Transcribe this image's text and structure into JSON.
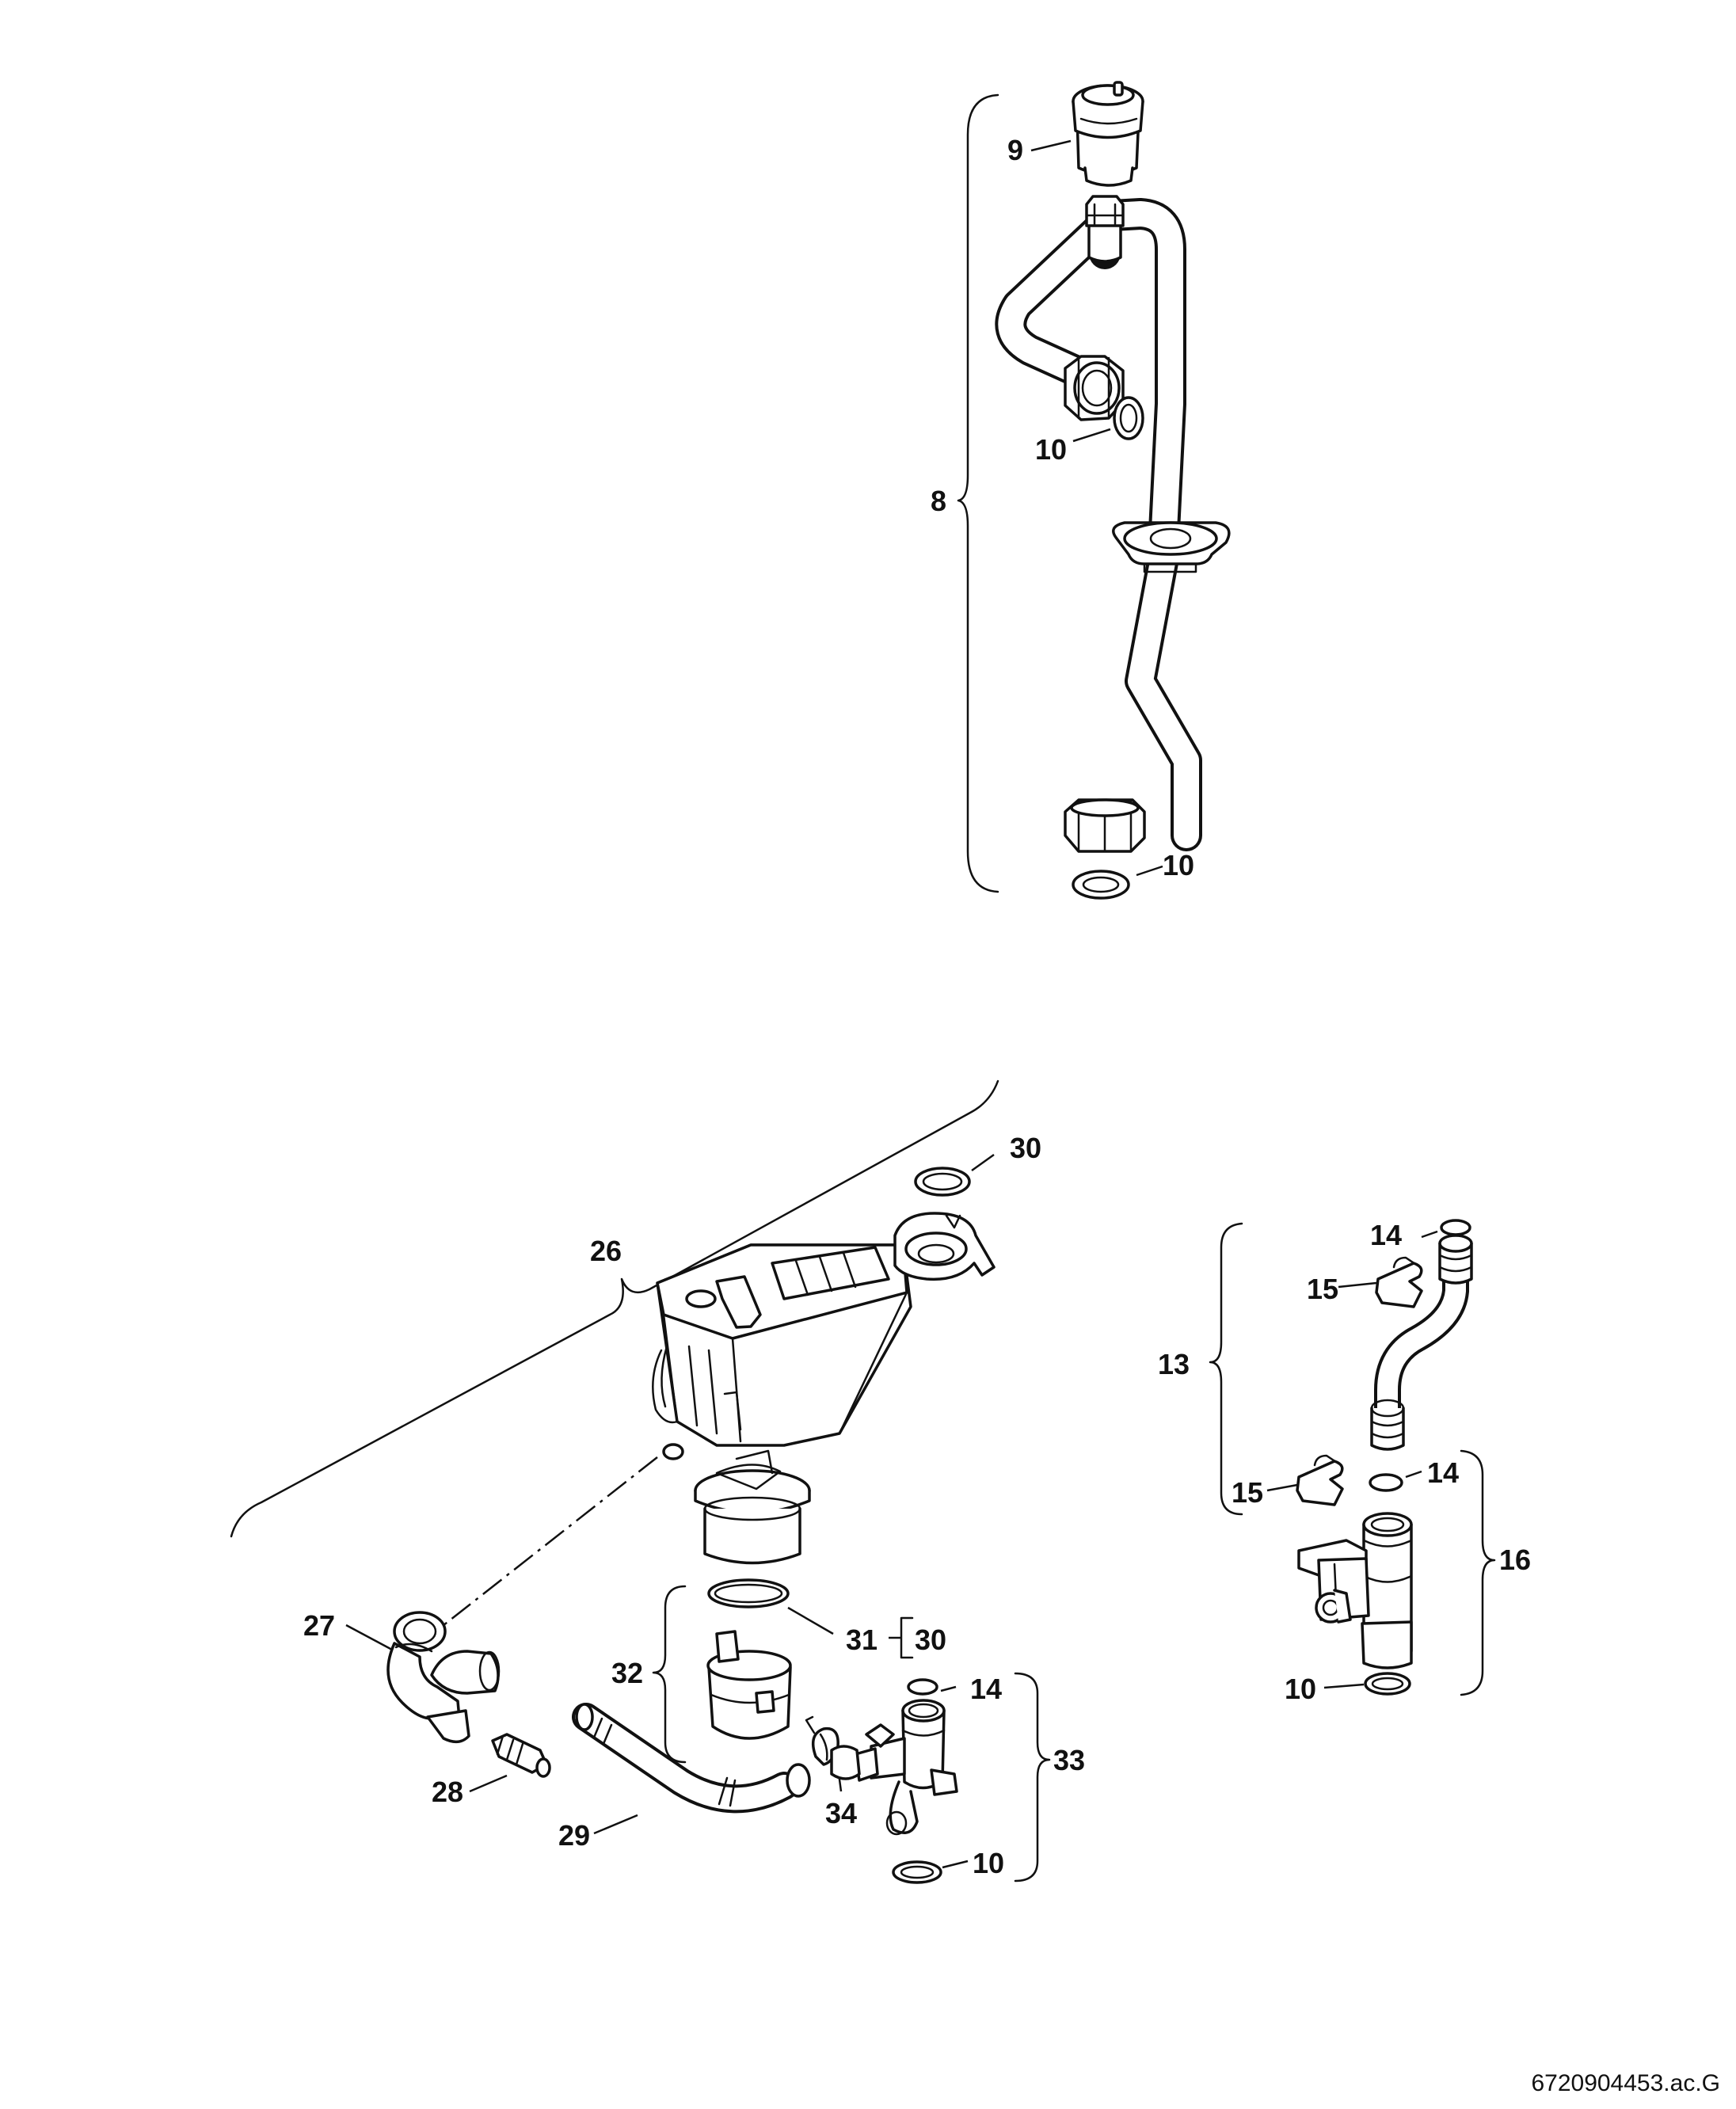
{
  "document_code": "6720904453.ac.G",
  "callouts": {
    "c8": "8",
    "c9": "9",
    "c10a": "10",
    "c10b": "10",
    "c10c": "10",
    "c10d": "10",
    "c13": "13",
    "c14a": "14",
    "c14b": "14",
    "c14c": "14",
    "c15a": "15",
    "c15b": "15",
    "c16": "16",
    "c26": "26",
    "c27": "27",
    "c28": "28",
    "c29": "29",
    "c30a": "30",
    "c30b": "30",
    "c31": "31",
    "c32": "32",
    "c33": "33",
    "c34": "34"
  }
}
